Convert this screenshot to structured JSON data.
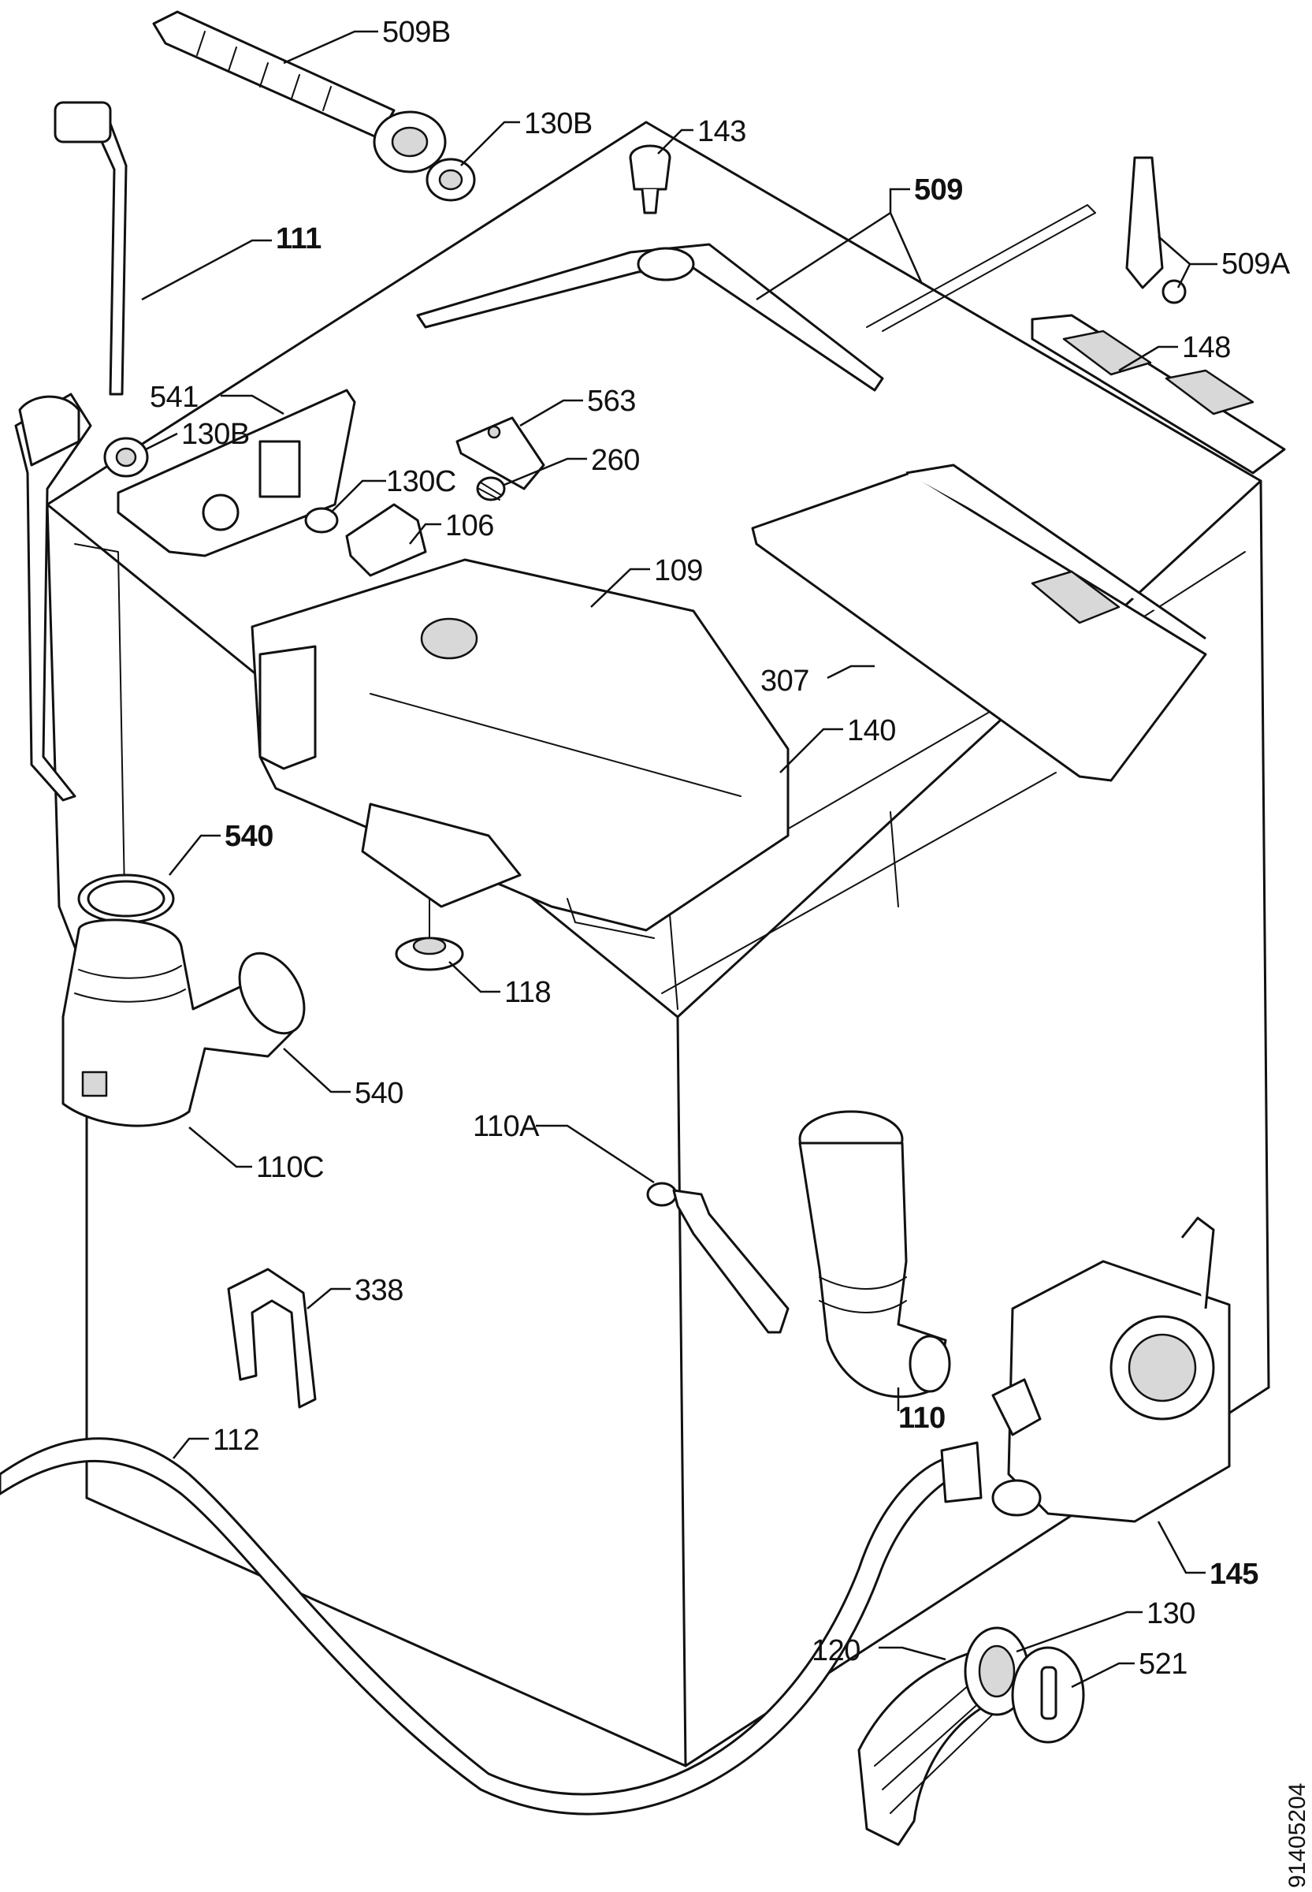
{
  "labels": {
    "l509b": "509B",
    "l130b_top": "130B",
    "l143": "143",
    "l509": "509",
    "l111": "111",
    "l509a": "509A",
    "l148": "148",
    "l541": "541",
    "l130b_mid": "130B",
    "l563": "563",
    "l260": "260",
    "l130c": "130C",
    "l106": "106",
    "l109": "109",
    "l307": "307",
    "l140": "140",
    "l540_top": "540",
    "l118": "118",
    "l540_mid": "540",
    "l110c": "110C",
    "l110a": "110A",
    "l338": "338",
    "l110": "110",
    "l112": "112",
    "l145": "145",
    "l130": "130",
    "l120": "120",
    "l521": "521"
  },
  "document_number": "91405204"
}
